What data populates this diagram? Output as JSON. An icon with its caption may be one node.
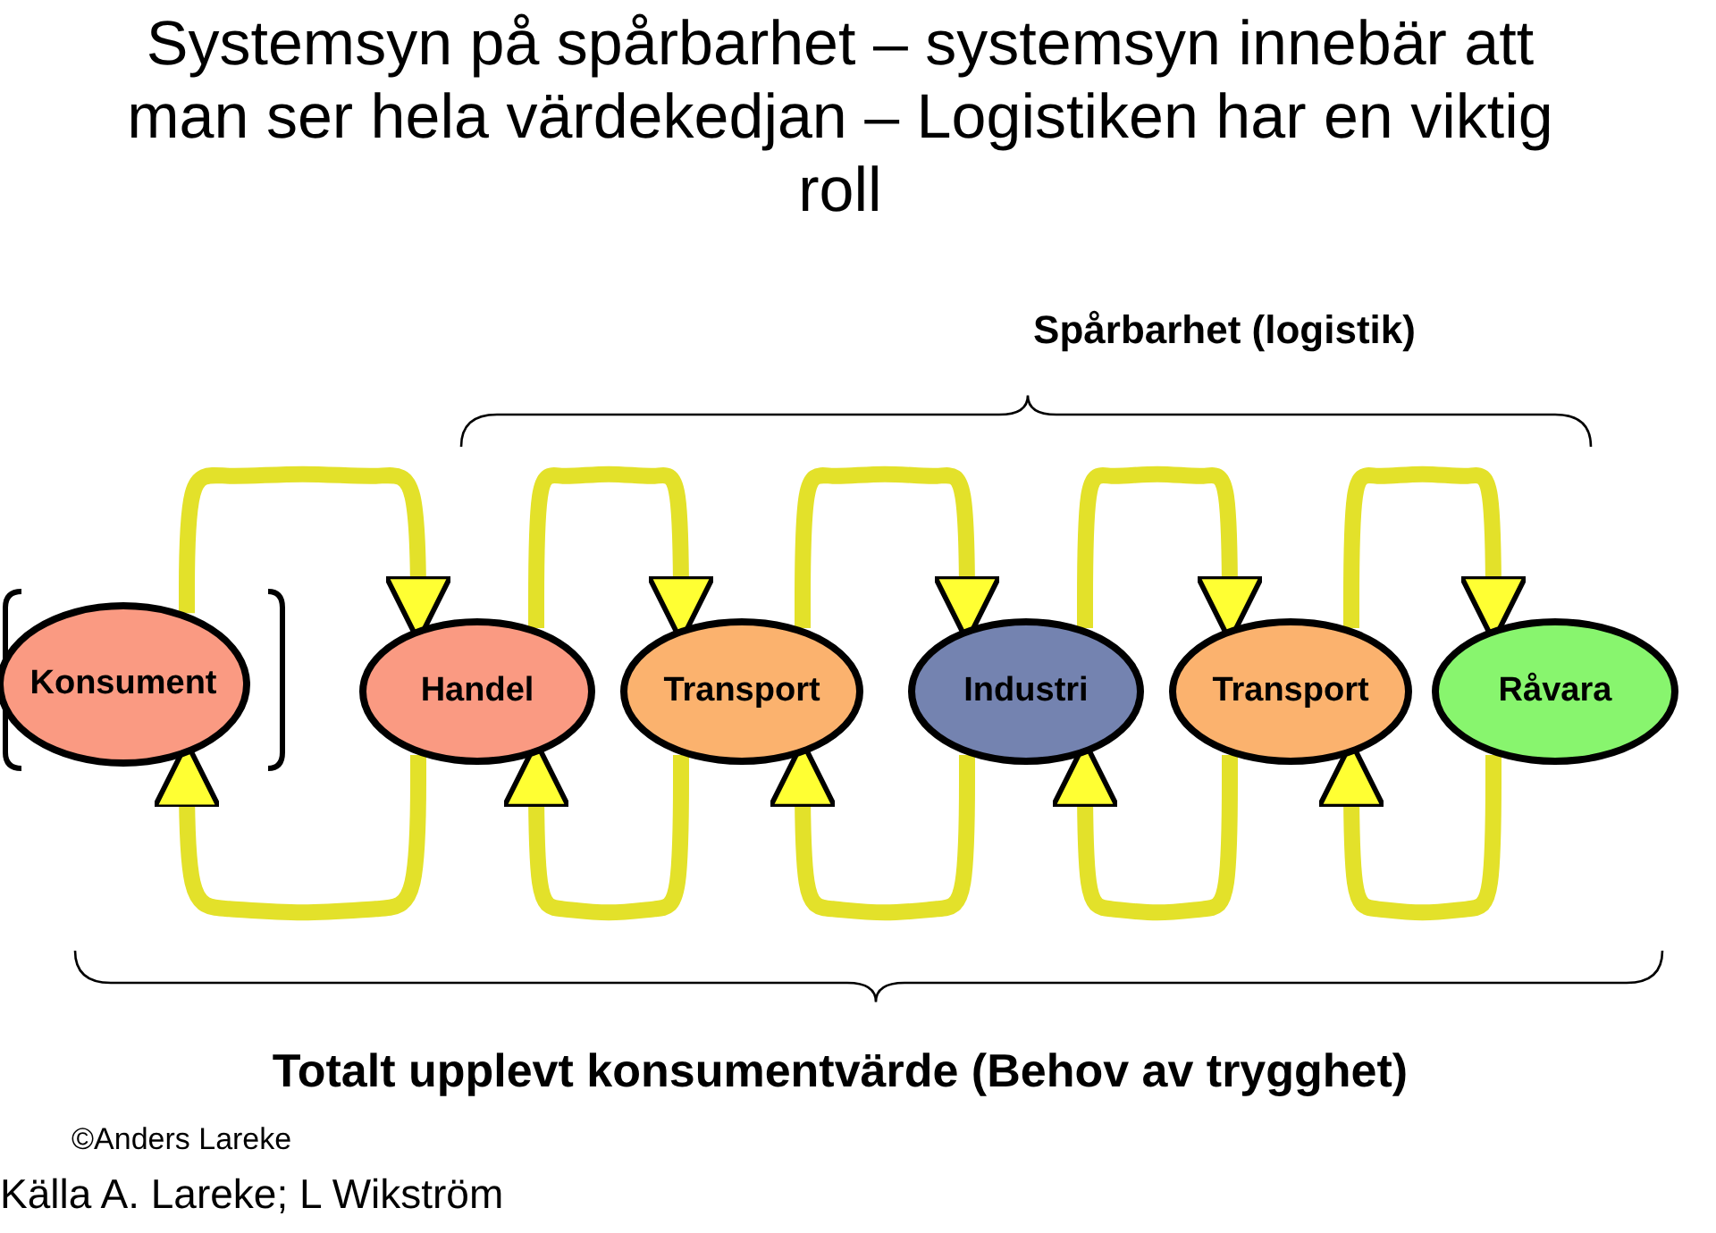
{
  "diagram": {
    "title": "Systemsyn på spårbarhet – systemsyn innebär att man ser hela värdekedjan – Logistiken har en viktig roll",
    "nodes": [
      {
        "text": [
          "Konsument"
        ]
      },
      {
        "text": [
          "Handel"
        ]
      },
      {
        "text": [
          "Transport"
        ]
      },
      {
        "text": [
          "Industri"
        ]
      },
      {
        "text": [
          "Transport"
        ]
      },
      {
        "text": [
          "Råvara"
        ]
      }
    ],
    "edges": [
      {
        "from": 0,
        "to": 1,
        "arrow": "to"
      },
      {
        "from": 1,
        "to": 2,
        "arrow": "to"
      },
      {
        "from": 2,
        "to": 3,
        "arrow": "to"
      },
      {
        "from": 3,
        "to": 4,
        "arrow": "to"
      },
      {
        "from": 4,
        "to": 5,
        "arrow": "to"
      },
      {
        "from": 1,
        "to": 0,
        "arrow": "to"
      },
      {
        "from": 2,
        "to": 1,
        "arrow": "to"
      },
      {
        "from": 3,
        "to": 2,
        "arrow": "to"
      },
      {
        "from": 4,
        "to": 3,
        "arrow": "to"
      },
      {
        "from": 5,
        "to": 4,
        "arrow": "to"
      }
    ],
    "labels": [
      "Spårbarhet (logistik)",
      "Totalt upplevt konsumentvärde (Behov av trygghet)",
      "©Anders Lareke",
      "Källa A. Lareke; L Wikström"
    ]
  }
}
